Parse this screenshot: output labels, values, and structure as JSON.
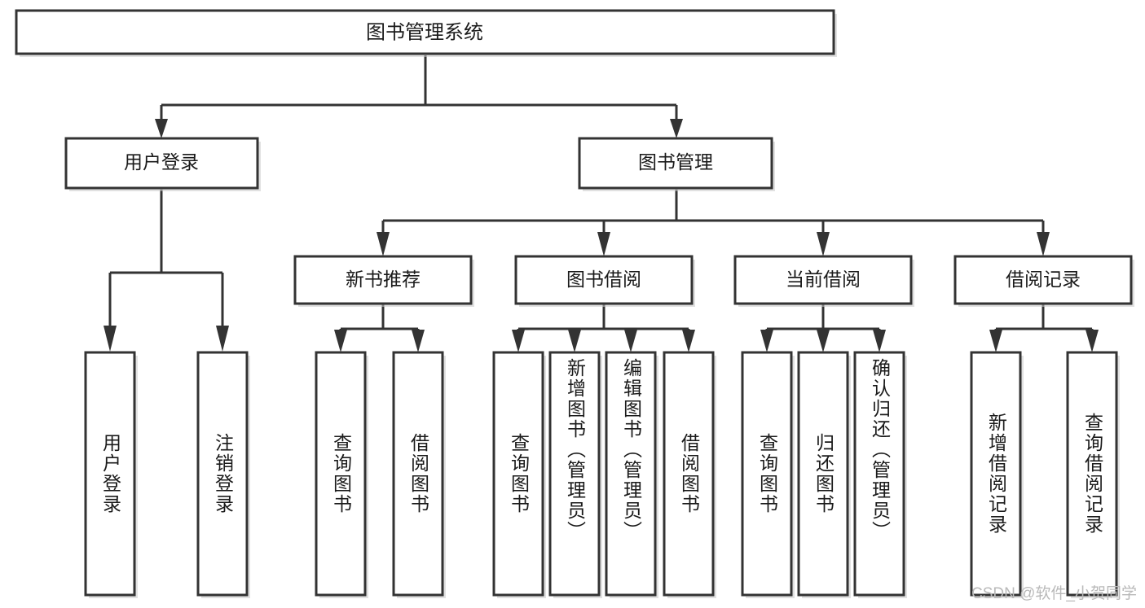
{
  "diagram": {
    "title": "图书管理系统",
    "type": "hierarchy-tree",
    "orientation": "top-down",
    "levels": 4,
    "colors": {
      "box_fill": "#ffffff",
      "box_stroke": "#333333",
      "connector": "#333333",
      "text": "#1a1a1a",
      "watermark": "#b9b9b9",
      "background": "#ffffff"
    },
    "root": {
      "label": "图书管理系统"
    },
    "level2": [
      {
        "id": "user-login",
        "label": "用户登录"
      },
      {
        "id": "book-management",
        "label": "图书管理"
      }
    ],
    "level3": [
      {
        "id": "new-book-recommend",
        "label": "新书推荐",
        "parent": "book-management"
      },
      {
        "id": "book-borrow",
        "label": "图书借阅",
        "parent": "book-management"
      },
      {
        "id": "current-borrow",
        "label": "当前借阅",
        "parent": "book-management"
      },
      {
        "id": "borrow-record",
        "label": "借阅记录",
        "parent": "book-management"
      }
    ],
    "leaves": {
      "user-login": [
        {
          "id": "leaf-user-login",
          "label": "用户登录"
        },
        {
          "id": "leaf-user-logout",
          "label": "注销登录"
        }
      ],
      "new-book-recommend": [
        {
          "id": "leaf-query-book-1",
          "label": "查询图书"
        },
        {
          "id": "leaf-borrow-book-1",
          "label": "借阅图书"
        }
      ],
      "book-borrow": [
        {
          "id": "leaf-query-book-2",
          "label": "查询图书"
        },
        {
          "id": "leaf-add-book",
          "label": "新增图书（管理员）"
        },
        {
          "id": "leaf-edit-book",
          "label": "编辑图书（管理员）"
        },
        {
          "id": "leaf-borrow-book-2",
          "label": "借阅图书"
        }
      ],
      "current-borrow": [
        {
          "id": "leaf-query-book-3",
          "label": "查询图书"
        },
        {
          "id": "leaf-return-book",
          "label": "归还图书"
        },
        {
          "id": "leaf-confirm-return",
          "label": "确认归还（管理员）"
        }
      ],
      "borrow-record": [
        {
          "id": "leaf-add-record",
          "label": "新增借阅记录"
        },
        {
          "id": "leaf-query-record",
          "label": "查询借阅记录"
        }
      ]
    }
  },
  "watermark": {
    "text": "CSDN @软件_小贺同学"
  }
}
